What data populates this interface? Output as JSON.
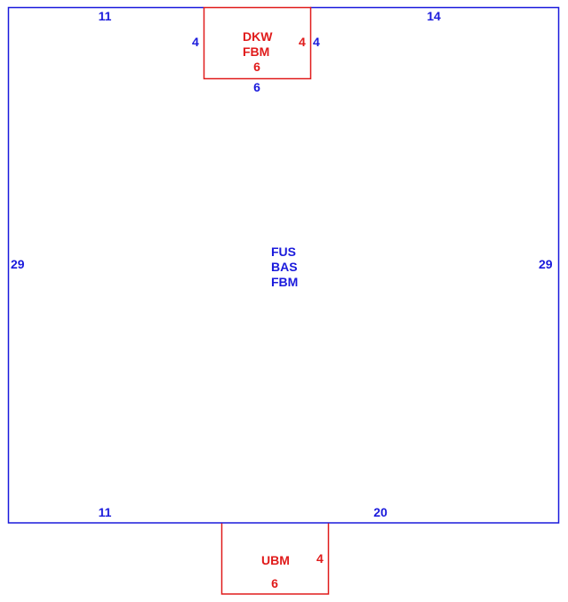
{
  "colors": {
    "main_room": "#1a1adc",
    "sub_room": "#e01b1b"
  },
  "main_room": {
    "labels": [
      "FUS",
      "BAS",
      "FBM"
    ],
    "dims": {
      "top_left": "11",
      "top_right": "14",
      "left": "29",
      "right": "29",
      "bottom_left": "11",
      "bottom_right": "20",
      "notch_left": "4",
      "notch_right": "4",
      "notch_bottom": "6"
    }
  },
  "top_room": {
    "labels": [
      "DKW",
      "FBM"
    ],
    "dims": {
      "width": "6",
      "height": "4"
    }
  },
  "bottom_room": {
    "labels": [
      "UBM"
    ],
    "dims": {
      "width": "6",
      "height": "4"
    }
  }
}
